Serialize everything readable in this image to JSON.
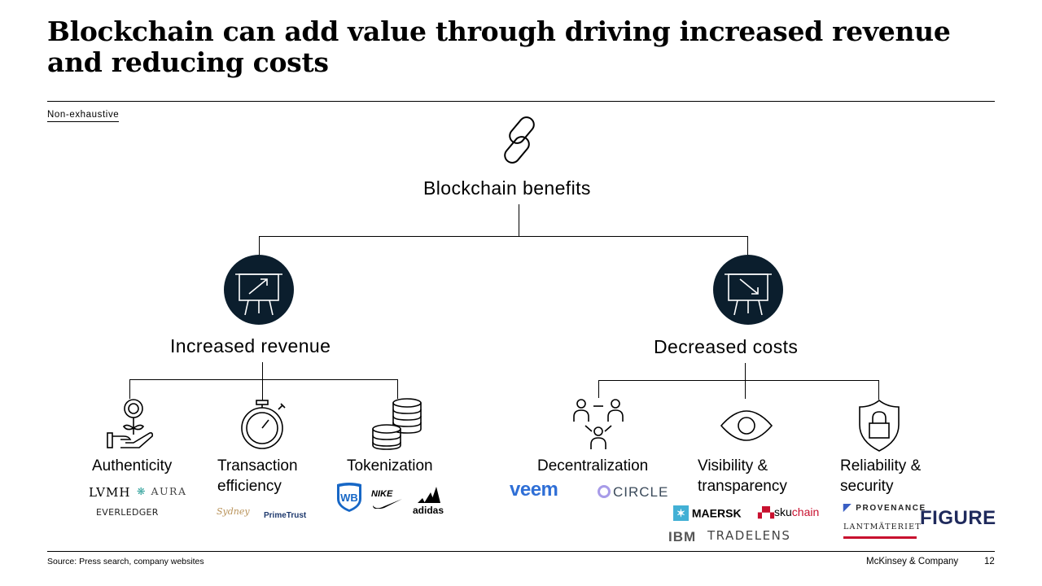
{
  "title": "Blockchain can add value through driving increased revenue and reducing costs",
  "tag": "Non-exhaustive",
  "root": {
    "label": "Blockchain benefits",
    "icon": "chain-link-icon"
  },
  "revenue": {
    "label": "Increased revenue",
    "icon": "chart-up-icon",
    "categories": [
      {
        "label": "Authenticity",
        "icon": "flower-in-hand-icon",
        "logos": [
          "LVMH",
          "AURA",
          "EVERLEDGER"
        ]
      },
      {
        "label_line1": "Transaction",
        "label_line2": "efficiency",
        "icon": "stopwatch-icon",
        "logos": [
          "Sydney",
          "PrimeTrust"
        ]
      },
      {
        "label": "Tokenization",
        "icon": "coin-stacks-icon",
        "logos": [
          "WB",
          "NIKE",
          "adidas"
        ]
      }
    ]
  },
  "costs": {
    "label": "Decreased costs",
    "icon": "chart-down-icon",
    "categories": [
      {
        "label": "Decentralization",
        "icon": "network-people-icon",
        "logos": [
          "veem",
          "CIRCLE"
        ]
      },
      {
        "label_line1": "Visibility &",
        "label_line2": "transparency",
        "icon": "eye-icon",
        "logos": [
          "MAERSK",
          "sku",
          "chain",
          "IBM",
          "TRADELENS"
        ]
      },
      {
        "label_line1": "Reliability &",
        "label_line2": "security",
        "icon": "shield-lock-icon",
        "logos": [
          "PROVENANCE",
          "LANTMÄTERIET",
          "FIGURE"
        ]
      }
    ]
  },
  "footer": {
    "source": "Source: Press search, company websites",
    "brand": "McKinsey & Company",
    "page": "12"
  },
  "colors": {
    "dark_navy": "#0b1e2d",
    "veem_orange": "#f08a24",
    "veem_blue": "#2f6fd6",
    "maersk_blue": "#42b0d5",
    "skuchain_red": "#c8102e",
    "figure_navy": "#1f2a5c"
  }
}
